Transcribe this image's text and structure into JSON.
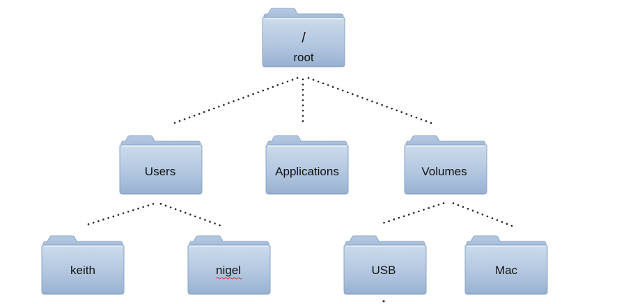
{
  "diagram": {
    "root": {
      "symbol": "/",
      "name": "root"
    },
    "level1": {
      "users": "Users",
      "applications": "Applications",
      "volumes": "Volumes"
    },
    "users_children": {
      "keith": "keith",
      "nigel": "nigel"
    },
    "volumes_children": {
      "usb": "USB",
      "mac": "Mac"
    }
  },
  "colors": {
    "folder_body_top": "#c9d8ea",
    "folder_body_bottom": "#98b2d2",
    "folder_back": "#a8bfdc",
    "folder_outline": "#8aa3c3",
    "connector": "#222222",
    "label_text": "#111111",
    "spellcheck_underline": "#d03030"
  },
  "icons": {
    "folder": "folder-icon"
  }
}
